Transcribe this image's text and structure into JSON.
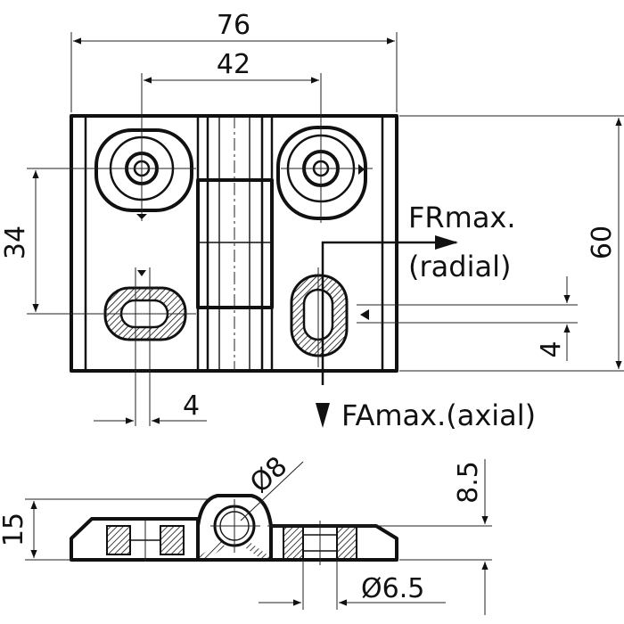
{
  "dimensions": {
    "total_width": "76",
    "hole_spacing": "42",
    "hole_vertical_spacing": "34",
    "total_height": "60",
    "slot_left": "4",
    "slot_right": "4",
    "side_height": "15",
    "pin_diameter": "Ø8",
    "knuckle_offset": "8.5",
    "bore_diameter": "Ø6.5"
  },
  "forces": {
    "radial_line1": "FRmax.",
    "radial_line2": "(radial)",
    "axial": "FAmax.(axial)"
  },
  "colors": {
    "ink": "#111111",
    "background": "#ffffff"
  }
}
